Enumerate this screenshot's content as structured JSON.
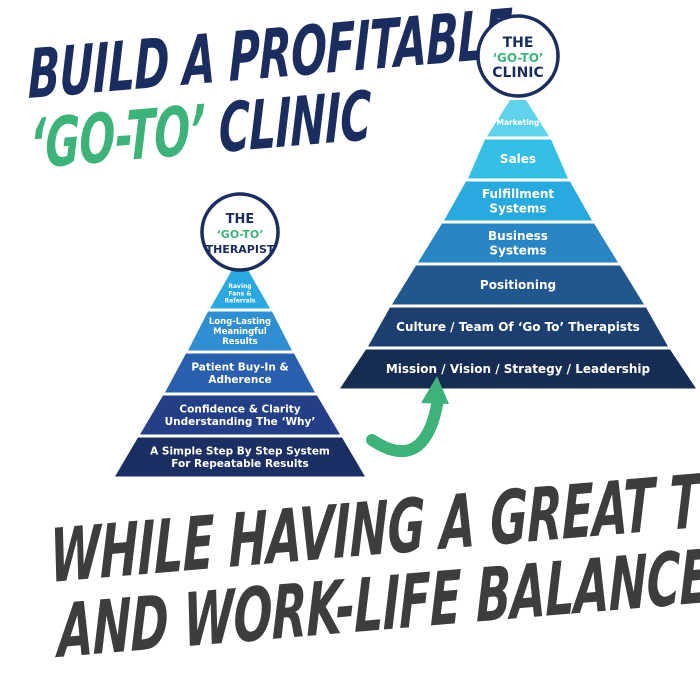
{
  "headline_top": {
    "line1": "BUILD A PROFITABLE",
    "line2_accent": "‘GO-TO’",
    "line2_rest": "CLINIC"
  },
  "headline_bottom": {
    "line1": "WHILE HAVING A GREAT TEAM",
    "line2": "AND WORK-LIFE BALANCE"
  },
  "therapist_pyramid": {
    "badge": [
      "THE",
      "‘GO-TO’",
      "THERAPIST"
    ],
    "tiers": [
      {
        "lines": [
          "Raving",
          "Fans &",
          "Referrals"
        ]
      },
      {
        "lines": [
          "Long-Lasting",
          "Meaningful",
          "Results"
        ]
      },
      {
        "lines": [
          "Patient Buy-In &",
          "Adherence"
        ]
      },
      {
        "lines": [
          "Confidence & Clarity",
          "Understanding The ‘Why’"
        ]
      },
      {
        "lines": [
          "A Simple Step By Step System",
          "For Repeatable Results"
        ]
      }
    ]
  },
  "clinic_pyramid": {
    "badge": [
      "THE",
      "‘GO-TO’",
      "CLINIC"
    ],
    "tiers": [
      {
        "lines": [
          "Marketing"
        ]
      },
      {
        "lines": [
          "Sales"
        ]
      },
      {
        "lines": [
          "Fulfillment",
          "Systems"
        ]
      },
      {
        "lines": [
          "Business",
          "Systems"
        ]
      },
      {
        "lines": [
          "Positioning"
        ]
      },
      {
        "lines": [
          "Culture / Team Of ‘Go To’ Therapists"
        ]
      },
      {
        "lines": [
          "Mission / Vision / Strategy / Leadership"
        ]
      }
    ]
  },
  "colors": {
    "navy": "#1b2d5e",
    "green": "#3db37a",
    "therapist_tiers": [
      "#2aa8e0",
      "#2f8fd2",
      "#2a5fae",
      "#243f86",
      "#1c2f63"
    ],
    "clinic_tiers": [
      "#5fd3ec",
      "#36bfe6",
      "#29aadf",
      "#2a85c4",
      "#22568f",
      "#1d3f70",
      "#172c52"
    ]
  }
}
